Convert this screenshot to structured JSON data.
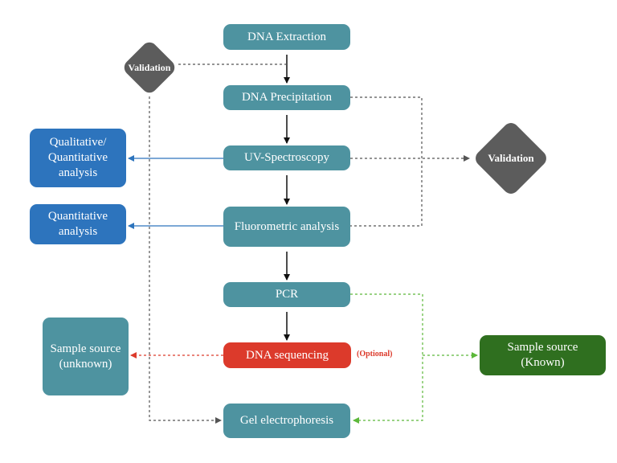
{
  "colors": {
    "process": "#4e93a0",
    "analysis": "#2d74bd",
    "optional": "#dc3a2b",
    "known_source": "#2f6f1f",
    "validation": "#5c5c5c",
    "main_arrow": "#111111",
    "analysis_arrow": "#2d74bd",
    "validation_link": "#555555",
    "sequencing_link": "#dc3a2b",
    "pcr_link": "#5cb83a"
  },
  "nodes": {
    "dna_extraction": "DNA Extraction",
    "dna_precipitation": "DNA Precipitation",
    "uv_spectroscopy": "UV-Spectroscopy",
    "fluorometric_analysis": "Fluorometric analysis",
    "pcr": "PCR",
    "dna_sequencing": "DNA sequencing",
    "gel_electrophoresis": "Gel electrophoresis",
    "qual_quant_analysis": "Qualitative/ Quantitative analysis",
    "quantitative_analysis": "Quantitative analysis",
    "sample_source_unknown": "Sample source (unknown)",
    "sample_source_known": "Sample source (Known)",
    "validation_top": "Validation",
    "validation_right": "Validation"
  },
  "annotations": {
    "optional_note": "(Optional)"
  },
  "edges": [
    {
      "from": "dna_extraction",
      "to": "dna_precipitation",
      "style": "solid",
      "color": "main_arrow"
    },
    {
      "from": "dna_precipitation",
      "to": "uv_spectroscopy",
      "style": "solid",
      "color": "main_arrow"
    },
    {
      "from": "uv_spectroscopy",
      "to": "fluorometric_analysis",
      "style": "solid",
      "color": "main_arrow"
    },
    {
      "from": "fluorometric_analysis",
      "to": "pcr",
      "style": "solid",
      "color": "main_arrow"
    },
    {
      "from": "pcr",
      "to": "dna_sequencing",
      "style": "solid",
      "color": "main_arrow"
    },
    {
      "from": "uv_spectroscopy",
      "to": "qual_quant_analysis",
      "style": "solid",
      "color": "analysis_arrow"
    },
    {
      "from": "fluorometric_analysis",
      "to": "quantitative_analysis",
      "style": "solid",
      "color": "analysis_arrow"
    },
    {
      "from": "validation_top",
      "to": "dna_precipitation",
      "style": "dotted",
      "color": "validation_link"
    },
    {
      "from": "validation_top",
      "to": "gel_electrophoresis",
      "style": "dotted",
      "color": "validation_link"
    },
    {
      "from": "dna_precipitation",
      "to": "validation_right",
      "style": "dotted",
      "color": "validation_link"
    },
    {
      "from": "uv_spectroscopy",
      "to": "validation_right",
      "style": "dotted",
      "color": "validation_link"
    },
    {
      "from": "fluorometric_analysis",
      "to": "validation_right",
      "style": "dotted",
      "color": "validation_link"
    },
    {
      "from": "dna_sequencing",
      "to": "sample_source_unknown",
      "style": "dotted",
      "color": "sequencing_link"
    },
    {
      "from": "pcr",
      "to": "sample_source_known",
      "style": "dotted",
      "color": "pcr_link"
    },
    {
      "from": "pcr",
      "to": "gel_electrophoresis",
      "style": "dotted",
      "color": "pcr_link"
    }
  ]
}
